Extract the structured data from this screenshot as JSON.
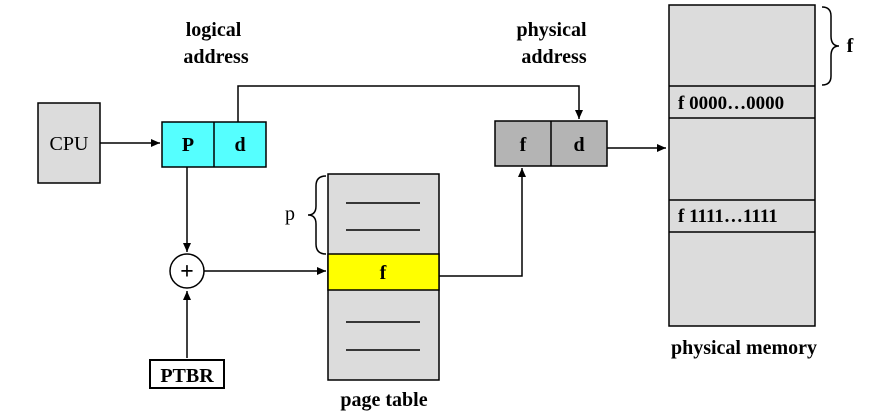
{
  "labels": {
    "logical_address": [
      "logical",
      "address"
    ],
    "physical_address": [
      "physical",
      "address"
    ],
    "page_table": "page table",
    "physical_memory": "physical memory",
    "p_brace": "p",
    "f_brace": "f"
  },
  "cpu": {
    "label": "CPU"
  },
  "logical_addr": {
    "page": "P",
    "offset": "d"
  },
  "physical_addr": {
    "frame": "f",
    "offset": "d"
  },
  "adder": {
    "symbol": "+"
  },
  "ptbr": {
    "label": "PTBR"
  },
  "page_table": {
    "selected_entry": "f"
  },
  "memory": {
    "frame_start": "f 0000…0000",
    "frame_end": "f 1111…1111"
  },
  "colors": {
    "box_gray": "#dcdcdc",
    "logical_cyan": "#55ffff",
    "physical_dark": "#b4b4b4",
    "selected_yellow": "#ffff00",
    "line": "#000000"
  }
}
